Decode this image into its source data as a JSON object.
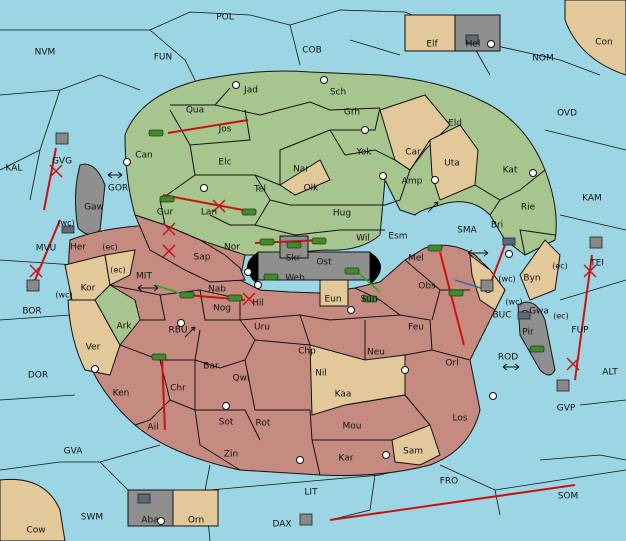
{
  "colors": {
    "sea": "#9cd6e4",
    "green": "#a7c58e",
    "red": "#c58b80",
    "tan": "#e3c89a",
    "gray": "#8f8f8f",
    "orders": "#cc1111",
    "support_green": "#22aa22",
    "support_blue": "#2277aa"
  },
  "sea": {
    "pol": "POL",
    "cob": "COB",
    "fun": "FUN",
    "nvm": "NVM",
    "nom": "NOM",
    "ovd": "OVD",
    "kal": "KAL",
    "kam": "KAM",
    "gor": "GOR",
    "sma": "SMA",
    "mit": "MIT",
    "rbu": "RBU",
    "bor": "BOR",
    "buc": "BUC",
    "rod": "ROD",
    "alt": "ALT",
    "dor": "DOR",
    "gva": "GVA",
    "fro": "FRO",
    "som": "SOM",
    "lit": "LIT",
    "swm": "SWM"
  },
  "land": {
    "con": "Con",
    "cow": "Cow",
    "elf": "Elf",
    "hel": "Hel",
    "aba": "Aba",
    "orn": "Orn",
    "gvg": "GVG",
    "mvu": "MVU",
    "tei": "TEI",
    "fup": "FUP",
    "gvp": "GVP",
    "dax": "DAX",
    "gaw": "Gaw",
    "pir": "Pir"
  },
  "north": {
    "jad": "Jad",
    "sch": "Sch",
    "qua": "Qua",
    "jos": "Jos",
    "can": "Can",
    "grh": "Grh",
    "eld": "Eld",
    "elc": "Elc",
    "nar": "Nar",
    "yok": "Yok",
    "car": "Car",
    "uta": "Uta",
    "kat": "Kat",
    "tel": "Tel",
    "olk": "Olk",
    "amp": "Amp",
    "gur": "Gur",
    "lan": "Lan",
    "hug": "Hug",
    "rie": "Rie",
    "bri": "Bri",
    "wil": "Wil",
    "esm": "Esm",
    "nor": "Nor",
    "skr": "Skr"
  },
  "south": {
    "her": "Her",
    "sap": "Sap",
    "web": "Web",
    "ost": "Ost",
    "mel": "Mel",
    "byn": "Byn",
    "kor": "Kor",
    "nab": "Nab",
    "hil": "Hil",
    "eun": "Eun",
    "sun": "Sun",
    "obs": "Obs",
    "gwa": "Gwa",
    "ark": "Ark",
    "nog": "Nog",
    "uru": "Uru",
    "feu": "Feu",
    "ver": "Ver",
    "bar": "Bar",
    "qwi": "Qwi",
    "chp": "Chp",
    "neu": "Neu",
    "orl": "Orl",
    "ken": "Ken",
    "chr": "Chr",
    "nil": "Nil",
    "kaa": "Kaa",
    "sot": "Sot",
    "rot": "Rot",
    "ail": "Ail",
    "mou": "Mou",
    "los": "Los",
    "zin": "Zin",
    "kar": "Kar",
    "sam": "Sam"
  },
  "coasts": {
    "wc": "(wc)",
    "ec": "(ec)"
  }
}
